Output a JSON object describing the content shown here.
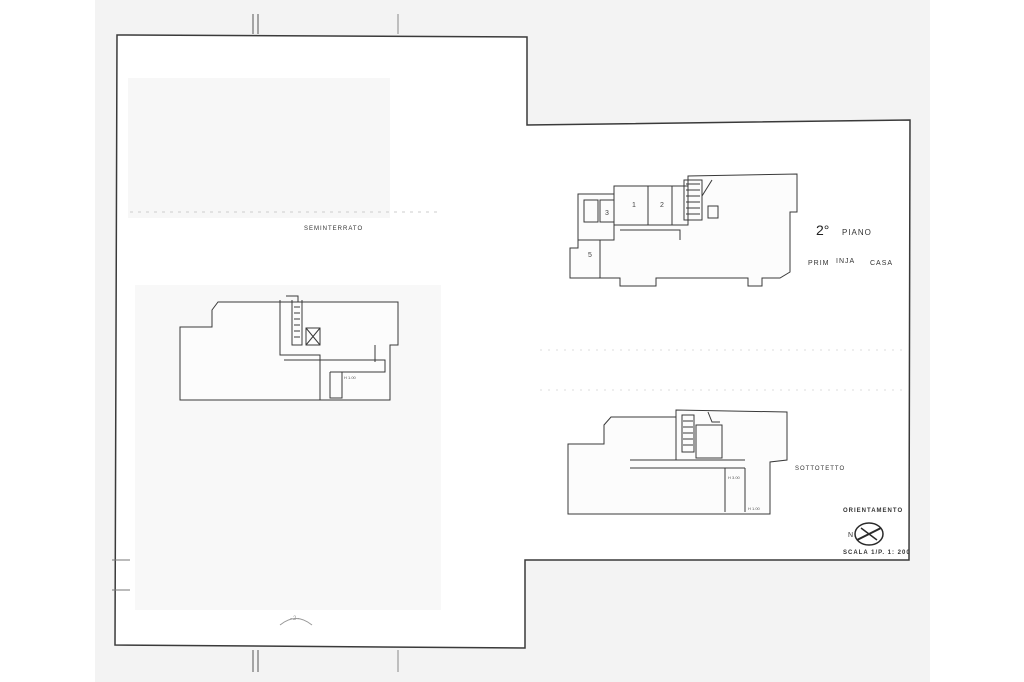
{
  "labels": {
    "seminterrato": "SEMINTERRATO",
    "piano_num": "2°",
    "piano_word": "PIANO",
    "prima": "PRIM",
    "casa_mid": "INJA",
    "casa": "CASA",
    "sottotetto": "SOTTOTETTO",
    "orientamento": "ORIENTAMENTO",
    "north": "N",
    "scala": "SCALA 1/P. 1: 200",
    "room_a": "1",
    "room_b": "2",
    "room_c": "3",
    "room_d": "5",
    "marker_a": "H 1.00",
    "marker_b": "H 3.00",
    "marker_c": "H 1.00",
    "bottom_mark": "-2-"
  },
  "colors": {
    "ink": "#3a3a3a",
    "paper": "#f3f3f3",
    "white": "#ffffff"
  }
}
